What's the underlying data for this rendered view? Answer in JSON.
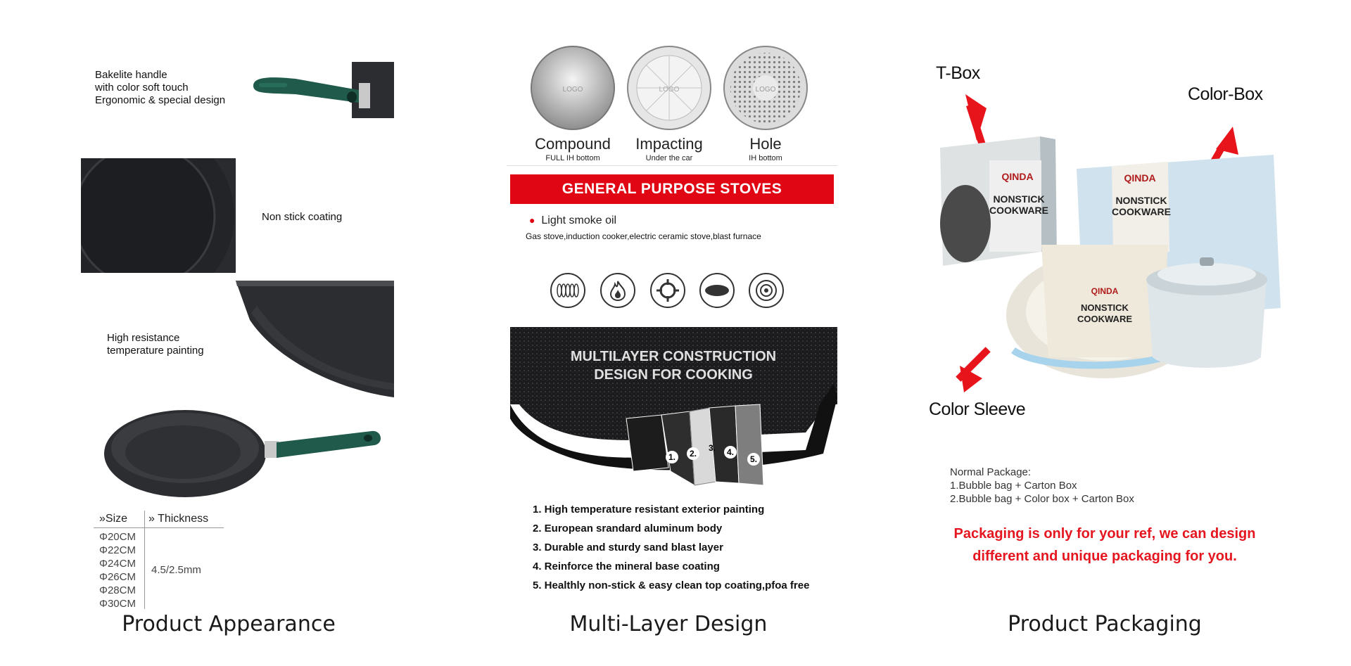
{
  "columns": {
    "appearance": {
      "caption": "Product Appearance",
      "features": {
        "handle": "Bakelite handle\nwith color soft touch\nErgonomic & special design",
        "coating": "Non stick coating",
        "painting": "High resistance\ntemperature painting"
      },
      "size_table": {
        "size_header": "Size",
        "thickness_header": "Thickness",
        "sizes": [
          "Φ20CM",
          "Φ22CM",
          "Φ24CM",
          "Φ26CM",
          "Φ28CM",
          "Φ30CM"
        ],
        "thickness": "4.5/2.5mm"
      }
    },
    "multilayer": {
      "caption": "Multi-Layer Design",
      "bottoms": [
        {
          "name": "Compound",
          "sub": "FULL IH bottom",
          "logo": "LOGO"
        },
        {
          "name": "Impacting",
          "sub": "Under the car",
          "logo": "LOGO"
        },
        {
          "name": "Hole",
          "sub": "IH bottom",
          "logo": "LOGO"
        }
      ],
      "banner": "GENERAL PURPOSE STOVES",
      "smoke": "Light smoke oil",
      "stoves": "Gas stove,induction cooker,electric ceramic stove,blast furnace",
      "construction_title_1": "MULTILAYER CONSTRUCTION",
      "construction_title_2": "DESIGN FOR COOKING",
      "layer_numbers": [
        "1.",
        "2.",
        "3.",
        "4.",
        "5."
      ],
      "layers": [
        "1. High temperature resistant exterior painting",
        "2. European srandard aluminum body",
        "3. Durable and sturdy sand blast layer",
        "4. Reinforce the mineral base coating",
        "5. Healthly non-stick & easy clean top coating,pfoa free"
      ]
    },
    "packaging": {
      "caption": "Product Packaging",
      "labels": {
        "tbox": "T-Box",
        "colorbox": "Color-Box",
        "sleeve": "Color Sleeve"
      },
      "box_brand": "QINDA",
      "box_text_1": "NONSTICK",
      "box_text_2": "COOKWARE",
      "sleeve_text_1": "NONSTICK",
      "sleeve_text_2": "COOKWARE",
      "normal_package_title": "Normal Package:",
      "normal_package_items": [
        "1.Bubble bag + Carton Box",
        "2.Bubble bag + Color box + Carton Box"
      ],
      "note_line_1": "Packaging is only for your ref, we can design",
      "note_line_2": "different and unique packaging for you."
    }
  },
  "colors": {
    "accent_red": "#e10613",
    "handle_green": "#1f5a4a",
    "pan_dark": "#2b2d30"
  }
}
